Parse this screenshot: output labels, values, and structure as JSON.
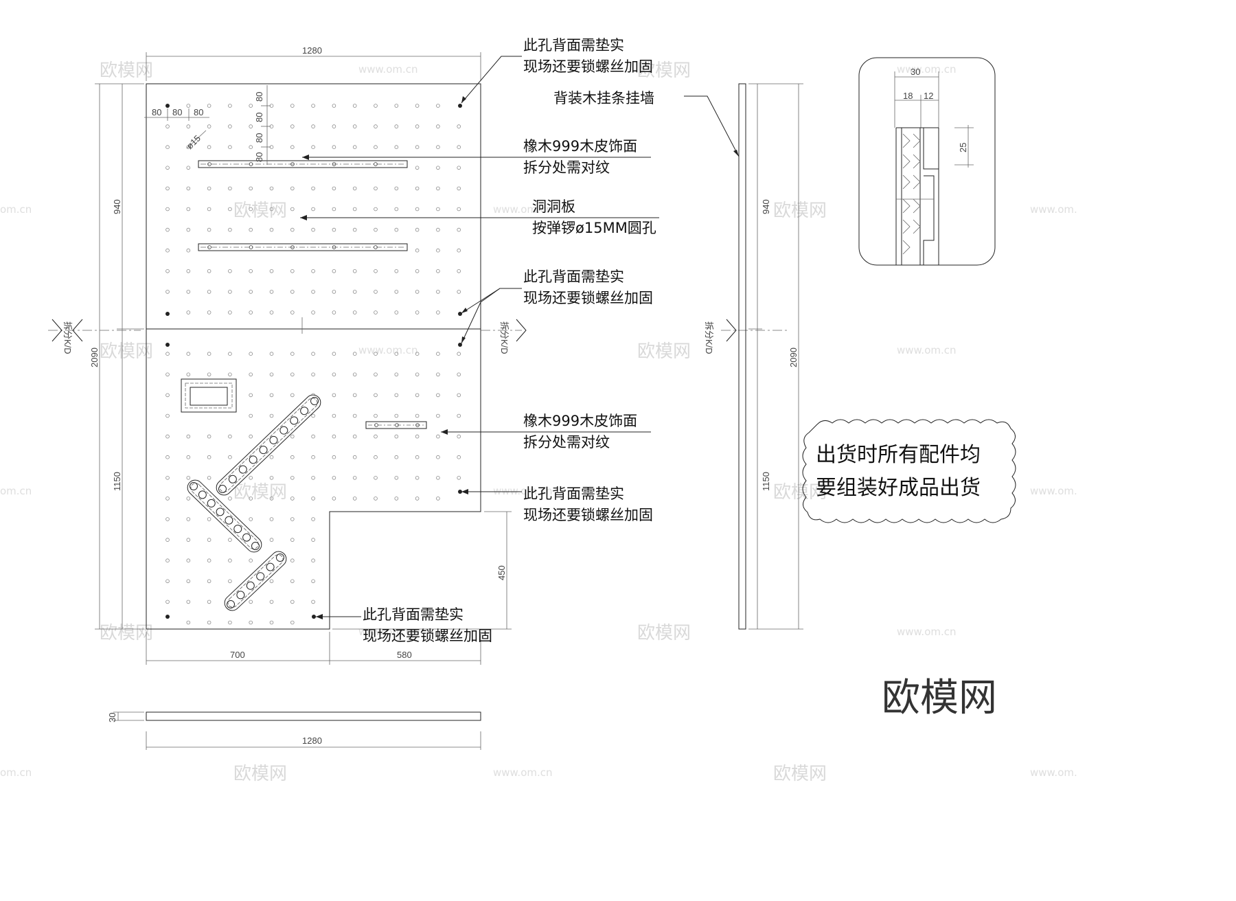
{
  "dimensions": {
    "top_width": "1280",
    "bottom_left": "700",
    "bottom_right": "580",
    "left_total": "2090",
    "left_upper": "940",
    "left_lower": "1150",
    "notch_height": "450",
    "pitch_label": "80",
    "hole_dia": "ø15",
    "thickness": "30",
    "bottom_width": "1280",
    "side_upper": "940",
    "side_lower": "1150",
    "side_total": "2090"
  },
  "split_label": "拆分K/D",
  "detail": {
    "total": "30",
    "part_a": "18",
    "part_b": "12",
    "depth": "25"
  },
  "notes": {
    "reinforce_line1": "此孔背面需垫实",
    "reinforce_line2": "现场还要锁螺丝加固",
    "hanger": "背装木挂条挂墙",
    "veneer_line1": "橡木999木皮饰面",
    "veneer_line2": "拆分处需对纹",
    "pegboard_line1": "洞洞板",
    "pegboard_line2": "按弹锣ø15MM圆孔"
  },
  "shipping_note": {
    "line1": "出货时所有配件均",
    "line2": "要组装好成品出货"
  },
  "watermark": {
    "cn": "欧模网",
    "url": "www.om.cn",
    "url_short": "om.cn"
  },
  "logo": "欧模网"
}
